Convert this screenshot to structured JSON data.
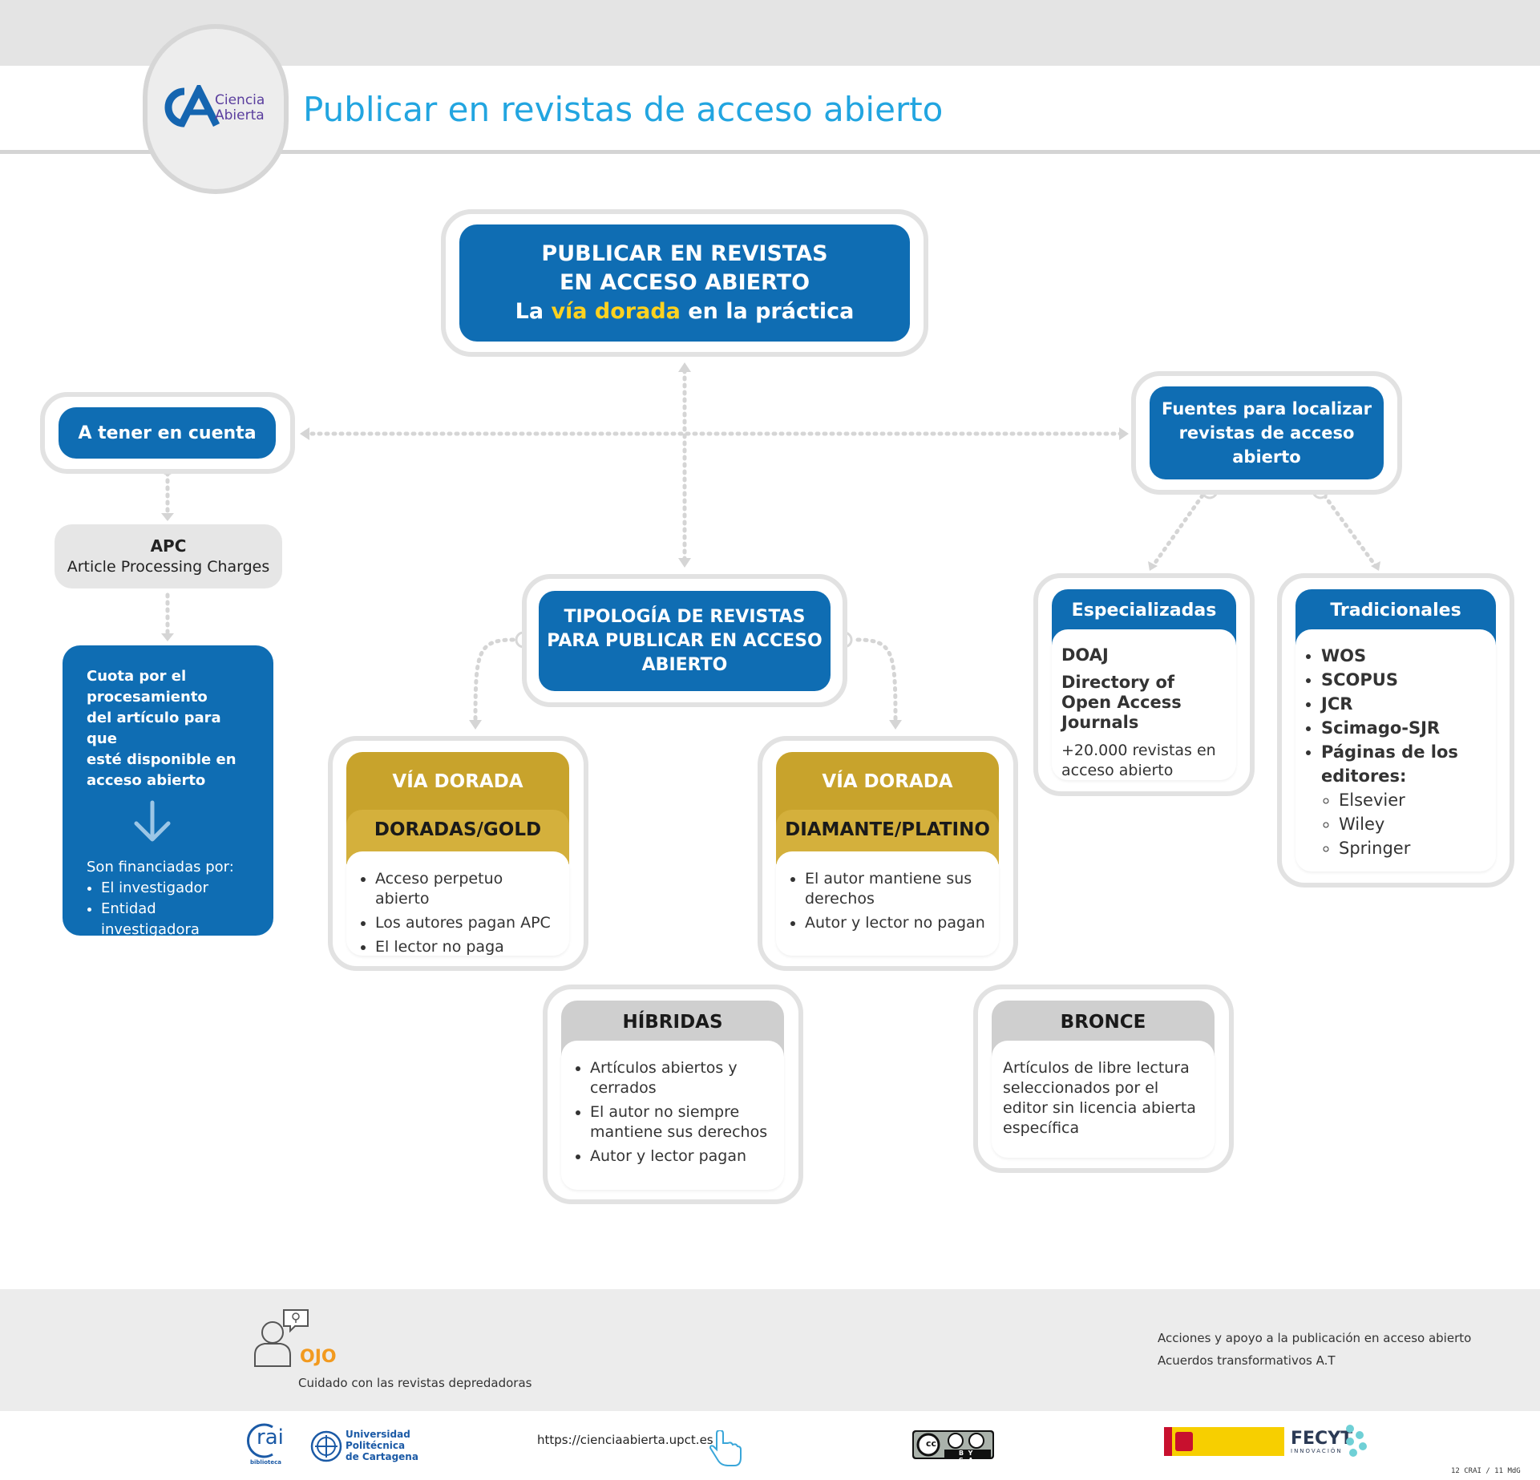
{
  "header": {
    "logo_text_line1": "Ciencia",
    "logo_text_line2": "Abierta",
    "title": "Publicar en revistas de acceso abierto"
  },
  "main": {
    "line1": "PUBLICAR EN REVISTAS",
    "line2": "EN ACCESO ABIERTO",
    "line3_pre": "La ",
    "line3_highlight": "vía dorada",
    "line3_post": " en la práctica",
    "highlight_color": "#ffd21f"
  },
  "left": {
    "tener_label": "A tener en cuenta",
    "apc_title": "APC",
    "apc_sub": "Article Processing Charges",
    "cuota_head": [
      "Cuota por el",
      "procesamiento",
      "del artículo para que",
      "esté disponible en",
      "acceso abierto"
    ],
    "financiadas": "Son financiadas por:",
    "financiadas_items": [
      "El investigador",
      "Entidad investigadora"
    ]
  },
  "tipologia": {
    "line1": "TIPOLOGÍA DE REVISTAS",
    "line2": "PARA PUBLICAR EN ACCESO",
    "line3": "ABIERTO"
  },
  "gold": {
    "header": "VÍA DORADA",
    "subheader": "DORADAS/GOLD",
    "items": [
      "Acceso perpetuo abierto",
      "Los autores pagan APC",
      "El lector no paga"
    ]
  },
  "diamond": {
    "header": "VÍA DORADA",
    "subheader": "DIAMANTE/PLATINO",
    "items": [
      "El autor mantiene sus derechos",
      "Autor y lector no pagan"
    ]
  },
  "hibridas": {
    "header": "HÍBRIDAS",
    "items": [
      "Artículos abiertos y cerrados",
      "El autor no siempre mantiene sus derechos",
      "Autor y lector pagan"
    ]
  },
  "bronce": {
    "header": "BRONCE",
    "text": "Artículos de libre lectura seleccionados por el editor sin licencia abierta específica"
  },
  "fuentes": {
    "line1": "Fuentes para localizar",
    "line2": "revistas de acceso",
    "line3": "abierto"
  },
  "especializadas": {
    "header": "Especializadas",
    "name": "DOAJ",
    "full_name": "Directory of Open Access Journals",
    "count": "+20.000 revistas en acceso abierto"
  },
  "tradicionales": {
    "header": "Tradicionales",
    "items": [
      "WOS",
      "SCOPUS",
      "JCR",
      "Scimago-SJR",
      "Páginas de los editores:"
    ],
    "editores": [
      "Elsevier",
      "Wiley",
      "Springer"
    ]
  },
  "footer": {
    "ojo_title": "OJO",
    "ojo_sub": "Cuidado con las revistas depredadoras",
    "acciones": "Acciones y apoyo a la publicación en acceso abierto",
    "acuerdos": "Acuerdos transformativos A.T",
    "crai_text": "rai",
    "crai_sub": "biblioteca",
    "upct_line1": "Universidad",
    "upct_line2": "Politécnica",
    "upct_line3": "de Cartagena",
    "url": "https://cienciaabierta.upct.es",
    "cc_label": "BY SA",
    "fecyt": "FECYT",
    "fecyt_sub": "INNOVACIÓN",
    "stamp": "12 CRAI / 11 MdG"
  },
  "colors": {
    "blue": "#0f6db3",
    "gold": "#c8a32c",
    "title_blue": "#22a5e0",
    "ojo_orange": "#f29a1f"
  }
}
